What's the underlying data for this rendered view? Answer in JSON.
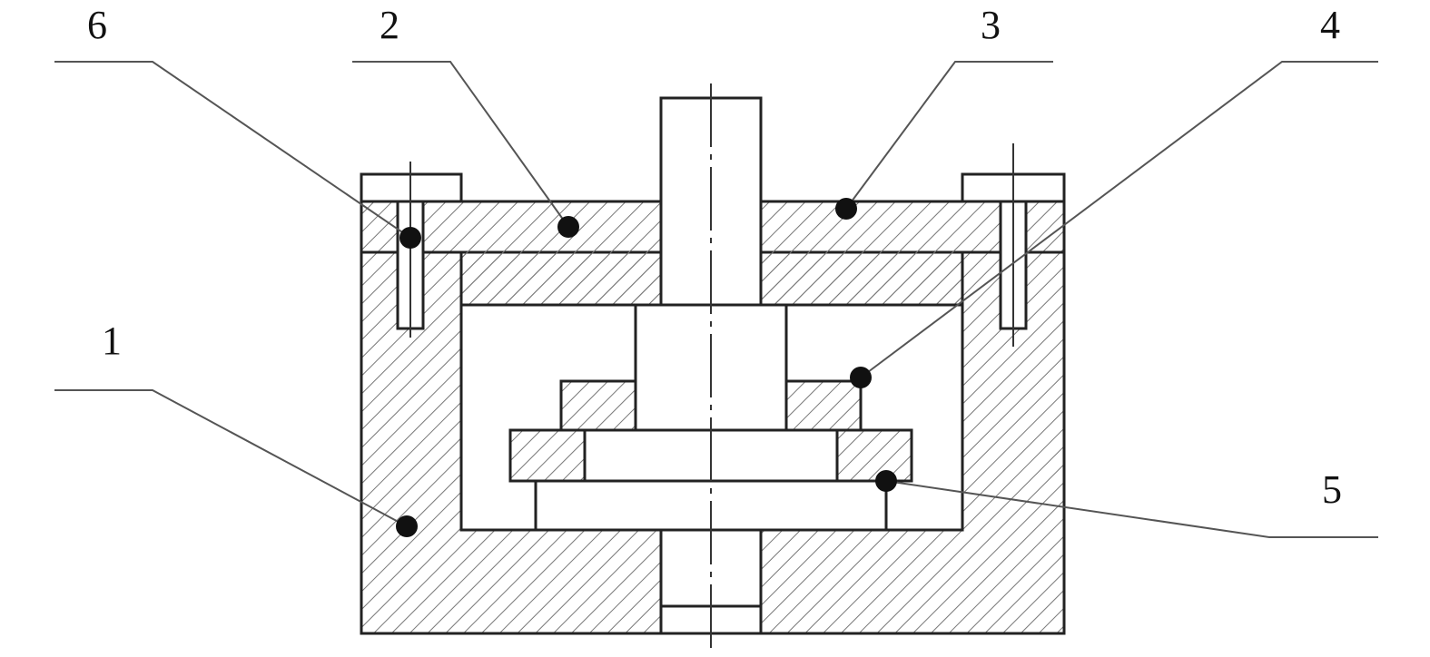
{
  "diagram": {
    "labels": [
      {
        "id": "label-1",
        "text": "1"
      },
      {
        "id": "label-2",
        "text": "2"
      },
      {
        "id": "label-3",
        "text": "3"
      },
      {
        "id": "label-4",
        "text": "4"
      },
      {
        "id": "label-5",
        "text": "5"
      },
      {
        "id": "label-6",
        "text": "6"
      }
    ]
  },
  "colors": {
    "line": "#222222",
    "leader": "#555555",
    "hatch": "#777777",
    "background": "#ffffff"
  }
}
